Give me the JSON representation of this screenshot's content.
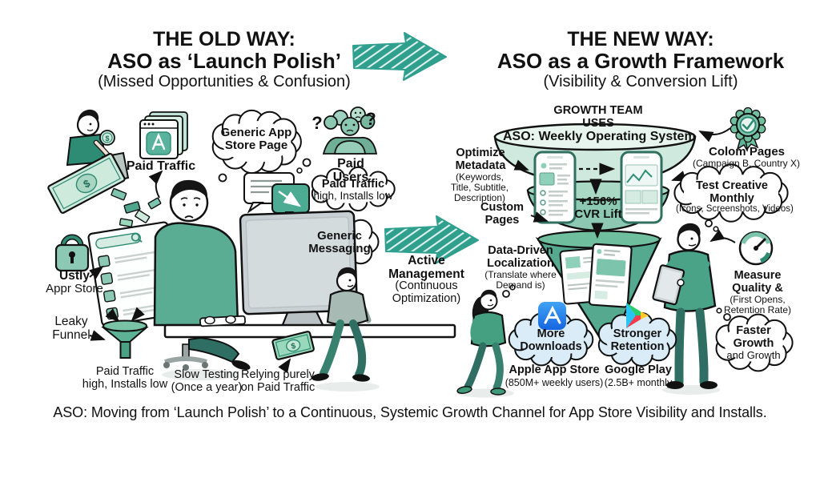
{
  "titles": {
    "old": {
      "l1": "THE OLD WAY:",
      "l2": "ASO as ‘Launch Polish’",
      "l3": "(Missed Opportunities & Confusion)"
    },
    "new": {
      "l1": "THE NEW WAY:",
      "l2": "ASO as a Growth Framework",
      "l3": "(Visibility & Conversion Lift)"
    }
  },
  "old_way": {
    "paid_traffic_label": "Paid Traffic",
    "generic_store_cloud": "Generic App Store Page",
    "question_mark": "?",
    "paid_users_label": "Paid Users",
    "paid_traffic_cloud_bold": "Paid Traffic",
    "paid_traffic_cloud_rest": "high, Installs low",
    "generic_messaging_cloud": "Generic Messaging",
    "locked_store_bold": "Ustly",
    "locked_store_rest": "Appr Store",
    "leaky_funnel_label": "Leaky Funnel",
    "funnel_caption_l1": "Paid Traffic",
    "funnel_caption_l2": "high, Installs low",
    "slow_testing_caption": "Slow Testing (Once a year)",
    "relying_caption": "Relying purely on Paid Traffic",
    "dollar_sign": "$"
  },
  "middle": {
    "active_bold": "Active Management",
    "active_rest": "(Continuous Optimization)"
  },
  "new_way": {
    "header": "GROWTH TEAM USES",
    "operating_system": "ASO: Weekly Operating System",
    "optimize_bold": "Optimize Metadata",
    "optimize_rest": "(Keywords, Title, Subtitle, Description)",
    "custom_pages": "Custom Pages",
    "cvr_lift": "+156% CVR Lift",
    "colom_bold": "Colom Pages",
    "colom_rest": "(Campaign B, Country X)",
    "test_creative_bold": "Test Creative Monthly",
    "test_creative_rest": "(Icons, Screenshots, Videos)",
    "localization_bold": "Data-Driven Localization",
    "localization_rest": "(Translate where Demand is)",
    "measure_bold": "Measure Quality &",
    "measure_rest": "(First Opens, Retention Rate)",
    "faster_bold": "Faster Growth",
    "faster_rest": "and Growth",
    "more_downloads": "More Downloads",
    "stronger_retention": "Stronger Retention",
    "apple_bold": "Apple App Store",
    "apple_rest": "(850M+ weekly users)",
    "google_bold": "Google Play",
    "google_rest": "(2.5B+ monthly"
  },
  "footer": {
    "caption": "ASO: Moving from ‘Launch Polish’ to a Continuous, Systemic Growth Channel for App Store Visibility and Installs."
  },
  "colors": {
    "accent_teal": "#2f9f8e",
    "funnel_light": "#d9eee6",
    "funnel_mid": "#8cc8b2",
    "funnel_dark": "#55a98e",
    "cloud_blue": "#d9ecf8",
    "app_store_blue": "#1d7ce8",
    "ink": "#111111"
  }
}
